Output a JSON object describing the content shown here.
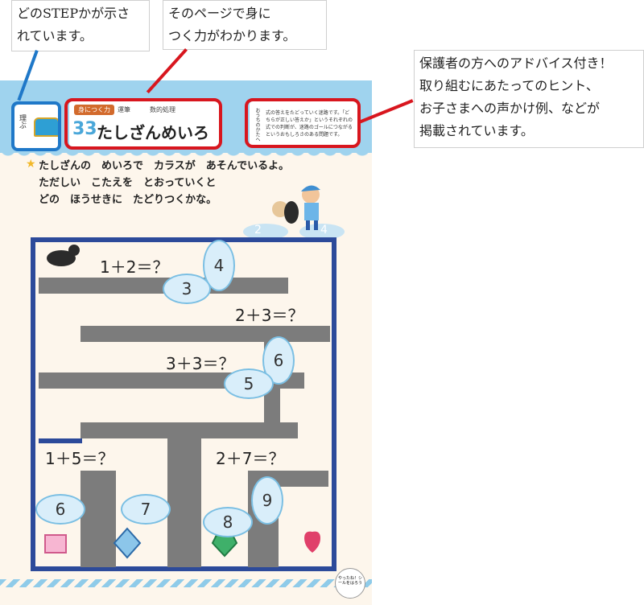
{
  "callouts": {
    "step": [
      "どのSTEPかが示さ",
      "れています。"
    ],
    "skill": [
      "そのページで身に",
      "つく力がわかります。"
    ],
    "advice": [
      "保護者の方へのアドバイス付き！",
      "取り組むにあたってのヒント、",
      "お子さまへの声かけ例、などが",
      "掲載されています。"
    ]
  },
  "header": {
    "step_label": "理ぶ",
    "skill_tag": "身につく力",
    "skill_a": "運筆",
    "skill_b": "数的処理",
    "lesson_number": "33",
    "lesson_title": "たしざんめいろ",
    "advice_text": "式の答えをたどっていく迷路です。「どちらが正しい答えか」というそれぞれの式での判断が、迷路のゴールにつながるというおもしろさのある問題です。",
    "advice_label": "おうちのかたへ"
  },
  "instructions": [
    "たしざんの　めいろで　カラスが　あそんでいるよ。",
    "ただしい　こたえを　とおっていくと",
    "どの　ほうせきに　たどりつくかな。"
  ],
  "maze": {
    "equations": [
      "1＋2＝？",
      "2＋3＝？",
      "3＋3＝？",
      "1＋5＝？",
      "2＋7＝？"
    ],
    "clouds": [
      "4",
      "3",
      "6",
      "5",
      "6",
      "7",
      "8",
      "9"
    ],
    "cloud_numbers_top": [
      "2",
      "4"
    ]
  },
  "badge": "やったね！シールをはろう",
  "colors": {
    "callout_line": "#d8161e",
    "step_box": "#1f78c8",
    "band": "#9fd3ee"
  },
  "icons": [
    "treasure-chest-icon",
    "crow-icon",
    "pink-gem-icon",
    "blue-gem-icon",
    "green-gem-icon",
    "heart-gem-icon",
    "star-icon"
  ]
}
